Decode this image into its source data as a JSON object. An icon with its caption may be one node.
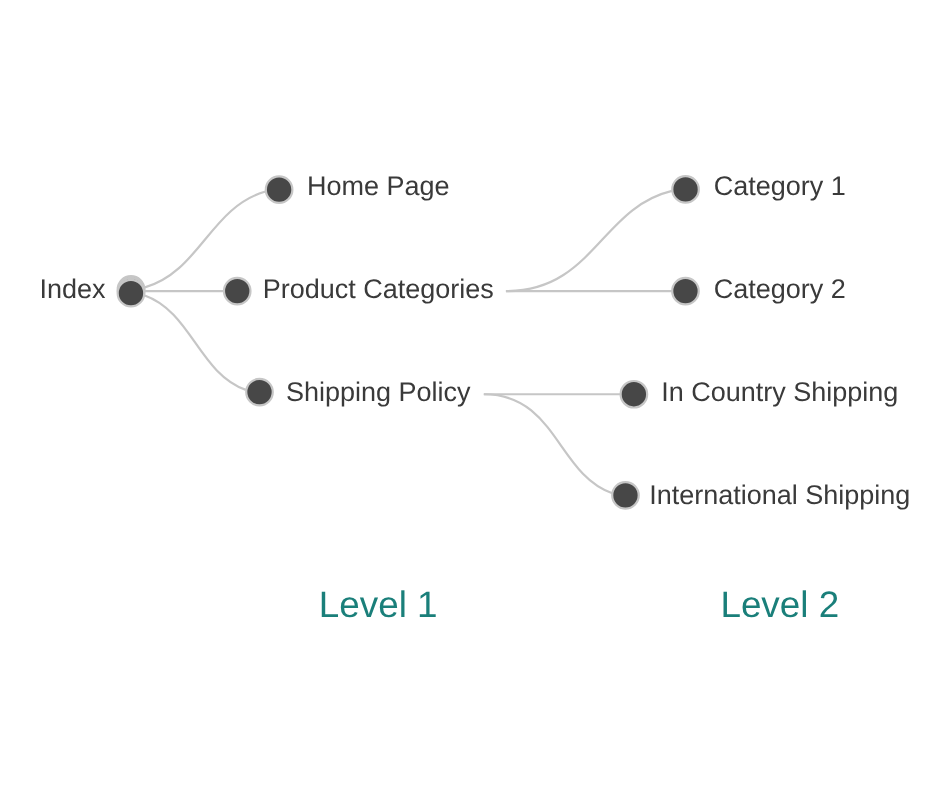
{
  "diagram": {
    "nodes": [
      {
        "text": [
          "Index"
        ]
      },
      {
        "text": [
          "Home Page"
        ]
      },
      {
        "text": [
          "Product Categories"
        ]
      },
      {
        "text": [
          "Shipping Policy"
        ]
      },
      {
        "text": [
          "Category 1"
        ]
      },
      {
        "text": [
          "Category 2"
        ]
      },
      {
        "text": [
          "In Country Shipping"
        ]
      },
      {
        "text": [
          "International Shipping"
        ]
      }
    ],
    "edges": [
      {
        "from": 0,
        "to": 1,
        "arrow": "other"
      },
      {
        "from": 0,
        "to": 2,
        "arrow": "other"
      },
      {
        "from": 0,
        "to": 3,
        "arrow": "other"
      },
      {
        "from": 2,
        "to": 4,
        "arrow": "other"
      },
      {
        "from": 2,
        "to": 5,
        "arrow": "other"
      },
      {
        "from": 3,
        "to": 6,
        "arrow": "other"
      },
      {
        "from": 3,
        "to": 7,
        "arrow": "other"
      }
    ],
    "labels": [
      "Level 1",
      "Level 2"
    ]
  }
}
